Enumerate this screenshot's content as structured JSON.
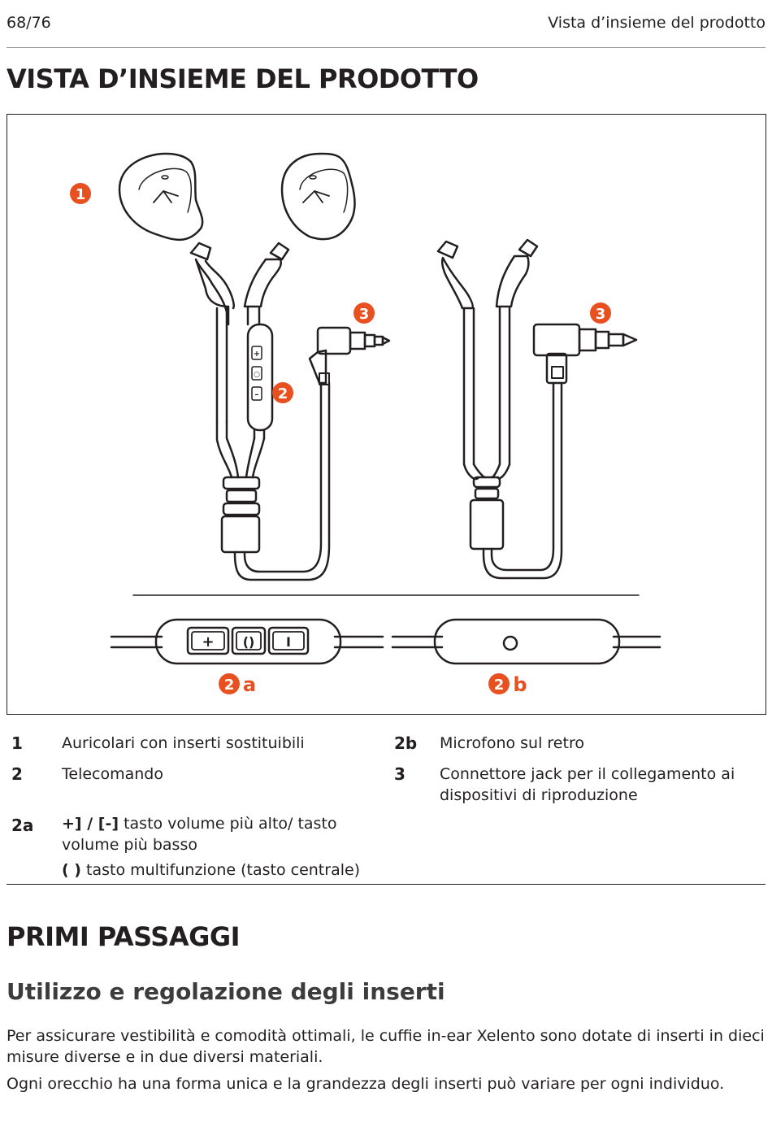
{
  "header": {
    "page_number": "68/76",
    "section": "Vista d’insieme del prodotto"
  },
  "title": "VISTA D’INSIEME DEL PRODOTTO",
  "figure": {
    "callouts": {
      "c1": "1",
      "c2": "2",
      "c3a": "3",
      "c3b": "3",
      "c2a_num": "2",
      "c2a_letter": "a",
      "c2b_num": "2",
      "c2b_letter": "b"
    },
    "remote_buttons": {
      "plus": "+",
      "center": "()",
      "minus": "I"
    },
    "accent_color": "#e8501f"
  },
  "legend": {
    "item1": {
      "num": "1",
      "text": "Auricolari con inserti sostituibili"
    },
    "item2": {
      "num": "2",
      "text": "Telecomando"
    },
    "item2a": {
      "num": "2a",
      "bold1": "+] / [-]",
      "text1": " tasto volume più alto/ tasto volume più basso",
      "bold2": "( )",
      "text2": " tasto multifunzione (tasto centrale)"
    },
    "item2b": {
      "num": "2b",
      "text": "Microfono sul retro"
    },
    "item3": {
      "num": "3",
      "text": "Connettore jack per il collegamento ai dispositivi di riproduzione"
    }
  },
  "section2": {
    "title": "PRIMI PASSAGGI",
    "subtitle": "Utilizzo e regolazione degli inserti",
    "para1": "Per assicurare vestibilità e comodità ottimali, le cuffie in-ear Xelento sono dotate di inserti in dieci misure diverse e in due diversi materiali.",
    "para2": "Ogni orecchio ha una forma unica e la grandezza degli inserti può variare per ogni individuo."
  }
}
